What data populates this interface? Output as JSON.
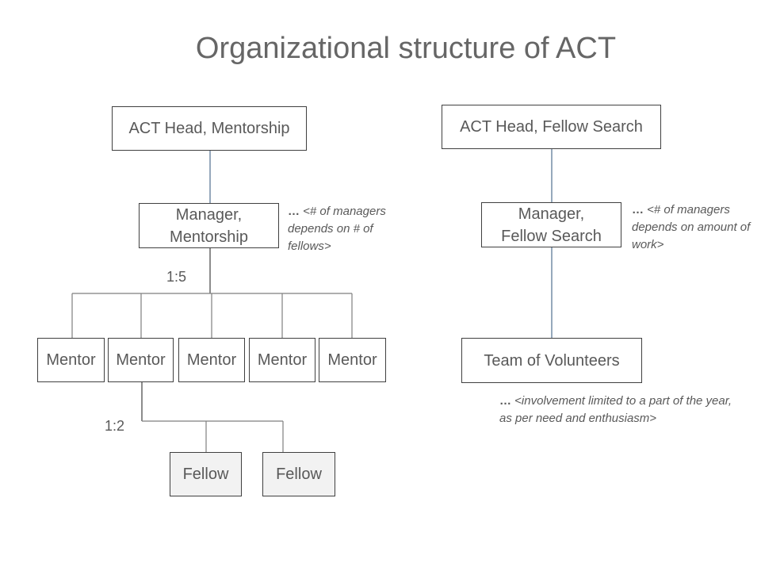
{
  "title": "Organizational structure of ACT",
  "mentorship": {
    "head": "ACT Head, Mentorship",
    "manager_line1": "Manager,",
    "manager_line2": "Mentorship",
    "manager_note_lead": "…",
    "manager_note": " <# of managers depends on # of fellows>",
    "ratio_mentors": "1:5",
    "mentors": [
      "Mentor",
      "Mentor",
      "Mentor",
      "Mentor",
      "Mentor"
    ],
    "ratio_fellows": "1:2",
    "fellows": [
      "Fellow",
      "Fellow"
    ]
  },
  "fellow_search": {
    "head": "ACT Head, Fellow Search",
    "manager_line1": "Manager,",
    "manager_line2": "Fellow Search",
    "manager_note_lead": "…",
    "manager_note": " <# of managers depends on amount of work>",
    "team": "Team of Volunteers",
    "team_note_lead": "…",
    "team_note": " <involvement limited to a part of the year, as per need and enthusiasm>"
  },
  "colors": {
    "text": "#595959",
    "title": "#666666",
    "box_border": "#404040",
    "fellow_fill": "#f2f2f2",
    "connector_blue": "#4f6f8f",
    "connector_gray": "#7f7f7f"
  }
}
